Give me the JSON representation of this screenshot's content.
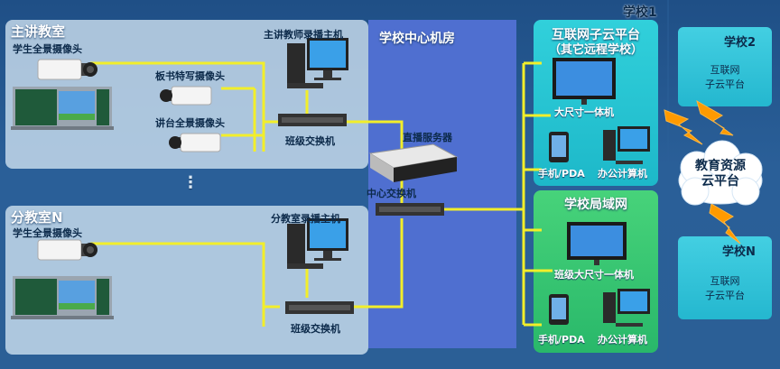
{
  "rooms": {
    "main": {
      "title": "主讲教室",
      "student_cam": "学生全景摄像头",
      "board_cam": "板书特写摄像头",
      "podium_cam": "讲台全景摄像头",
      "recorder": "主讲教师录播主机",
      "switch": "班级交换机"
    },
    "branch": {
      "title": "分教室N",
      "student_cam": "学生全景摄像头",
      "recorder": "分教室录播主机",
      "switch": "班级交换机"
    },
    "ellipsis": "⋮"
  },
  "center": {
    "title": "学校中心机房",
    "server": "直播服务器",
    "switch": "中心交换机"
  },
  "school1": {
    "label": "学校1",
    "cloud": {
      "title_line1": "互联网子云平台",
      "title_line2": "（其它远程学校）",
      "display": "大尺寸一体机",
      "phone": "手机/PDA",
      "pc": "办公计算机"
    },
    "lan": {
      "title": "学校局域网",
      "display": "班级大尺寸一体机",
      "phone": "手机/PDA",
      "pc": "办公计算机"
    }
  },
  "remote": {
    "school2": {
      "title": "学校2",
      "line1": "互联网",
      "line2": "子云平台"
    },
    "schoolN": {
      "title": "学校N",
      "line1": "互联网",
      "line2": "子云平台"
    },
    "cloud_line1": "教育资源",
    "cloud_line2": "云平台"
  },
  "colors": {
    "wire": "#f2ee2a",
    "bolt": "#ff9a00",
    "center_panel": "#4f6fd0",
    "cloud_panel": "#2ec9d6",
    "lan_panel": "#3ccb74"
  }
}
